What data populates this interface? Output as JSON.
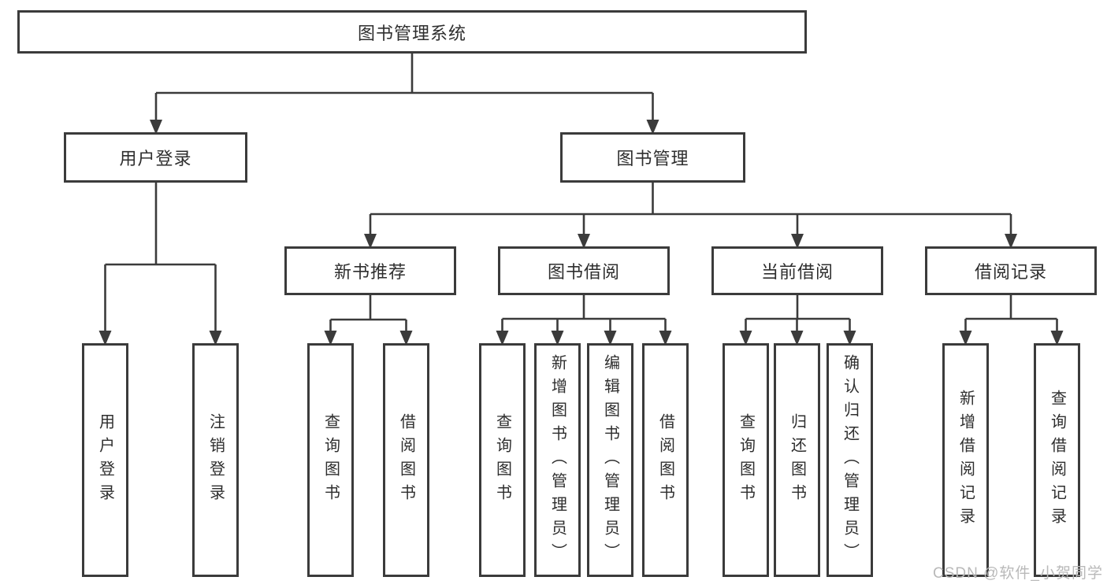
{
  "diagram": {
    "type": "tree",
    "title": "图书管理系统",
    "colors": {
      "line": "#3b3b3b",
      "border": "#3b3b3b",
      "text": "#2e2e2e",
      "background": "#ffffff",
      "watermark": "#b9b9b9"
    },
    "hierarchy": [
      {
        "parent": "图书管理系统",
        "children": [
          "用户登录",
          "图书管理"
        ]
      },
      {
        "parent": "用户登录",
        "children": [
          "用户登录",
          "注销登录"
        ]
      },
      {
        "parent": "图书管理",
        "children": [
          "新书推荐",
          "图书借阅",
          "当前借阅",
          "借阅记录"
        ]
      },
      {
        "parent": "新书推荐",
        "children": [
          "查询图书",
          "借阅图书"
        ]
      },
      {
        "parent": "图书借阅",
        "children": [
          "查询图书",
          "新增图书（管理员）",
          "编辑图书（管理员）",
          "借阅图书"
        ]
      },
      {
        "parent": "当前借阅",
        "children": [
          "查询图书",
          "归还图书",
          "确认归还（管理员）"
        ]
      },
      {
        "parent": "借阅记录",
        "children": [
          "新增借阅记录",
          "查询借阅记录"
        ]
      }
    ]
  },
  "nodes": {
    "root": {
      "label": "图书管理系统"
    },
    "user_login": {
      "label": "用户登录"
    },
    "book_mgmt": {
      "label": "图书管理"
    },
    "new_book_rec": {
      "label": "新书推荐"
    },
    "book_borrow": {
      "label": "图书借阅"
    },
    "current_borrow": {
      "label": "当前借阅"
    },
    "borrow_record": {
      "label": "借阅记录"
    },
    "ul_user_login": {
      "label": "用户登录"
    },
    "ul_logout": {
      "label": "注销登录"
    },
    "nbr_query_book": {
      "label": "查询图书"
    },
    "nbr_borrow_book": {
      "label": "借阅图书"
    },
    "bb_query_book": {
      "label": "查询图书"
    },
    "bb_add_book": {
      "label": "新增图书（管理员）"
    },
    "bb_edit_book": {
      "label": "编辑图书（管理员）"
    },
    "bb_borrow_book": {
      "label": "借阅图书"
    },
    "cb_query_book": {
      "label": "查询图书"
    },
    "cb_return_book": {
      "label": "归还图书"
    },
    "cb_confirm_return": {
      "label": "确认归还（管理员）"
    },
    "br_add_record": {
      "label": "新增借阅记录"
    },
    "br_query_record": {
      "label": "查询借阅记录"
    }
  },
  "watermark": {
    "text": "CSDN @软件_小贺同学"
  }
}
